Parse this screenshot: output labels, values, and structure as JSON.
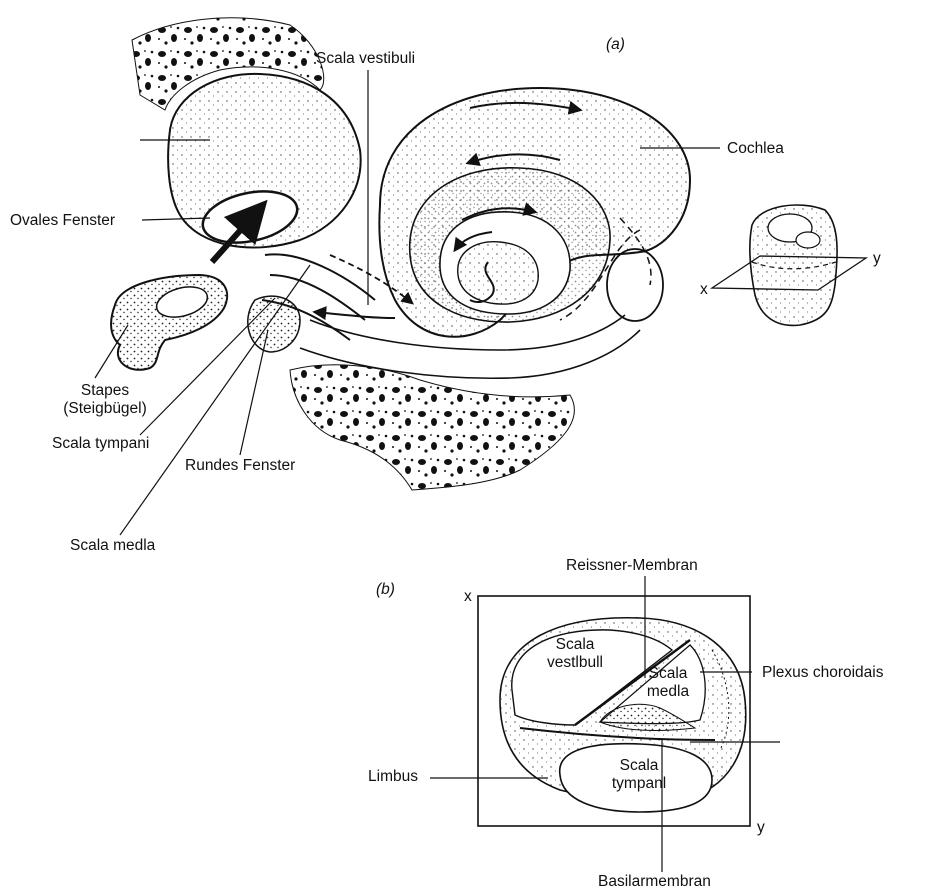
{
  "part_a": {
    "tag": "(a)",
    "labels": {
      "scala_vestibuli": "Scala vestibuli",
      "cochlea": "Cochlea",
      "ovales_fenster": "Ovales Fenster",
      "stapes_line1": "Stapes",
      "stapes_line2": "(Steigbügel)",
      "scala_tympani": "Scala tympani",
      "rundes_fenster": "Rundes Fenster",
      "scala_media": "Scala medla",
      "axis_x": "x",
      "axis_y": "y"
    }
  },
  "part_b": {
    "tag": "(b)",
    "labels": {
      "reissner": "Reissner-Membran",
      "plexus": "Plexus choroidais",
      "limbus": "Limbus",
      "basilar": "Basilarmembran",
      "corner_x": "x",
      "corner_y": "y",
      "sv_line1": "Scala",
      "sv_line2": "vestlbull",
      "sm_line1": "Scala",
      "sm_line2": "medla",
      "st_line1": "Scala",
      "st_line2": "tympanl"
    }
  },
  "colors": {
    "ink": "#111111",
    "paper": "#ffffff"
  }
}
